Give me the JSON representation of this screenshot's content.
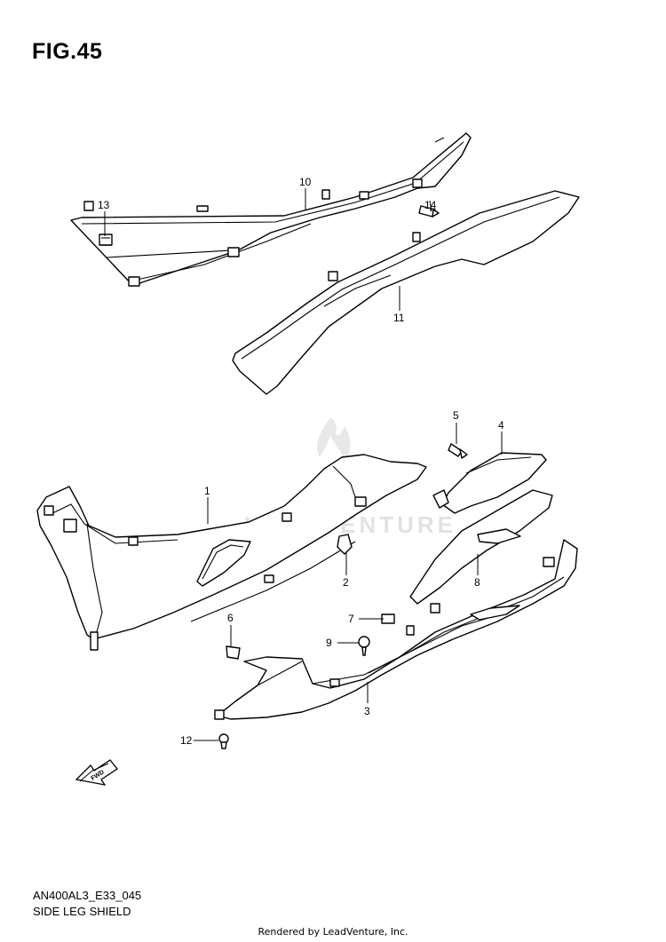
{
  "figure": {
    "title": "FIG.45",
    "code": "AN400AL3_E33_045",
    "name": "SIDE LEG SHIELD",
    "credit": "Rendered by LeadVenture, Inc.",
    "watermark": "LEADVENTURE"
  },
  "callouts": {
    "c1": "1",
    "c2": "2",
    "c3": "3",
    "c4": "4",
    "c5": "5",
    "c6": "6",
    "c7": "7",
    "c8": "8",
    "c9": "9",
    "c10": "10",
    "c11": "11",
    "c12": "12",
    "c13": "13",
    "c14": "14"
  },
  "fwd_arrow": {
    "label": "FWD"
  }
}
